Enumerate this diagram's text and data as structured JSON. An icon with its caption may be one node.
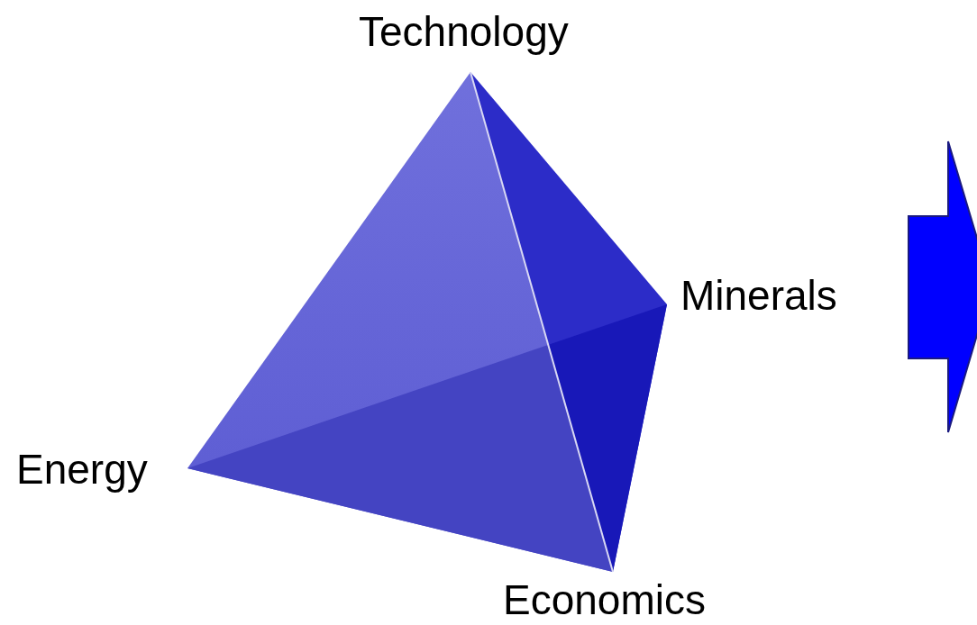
{
  "diagram": {
    "labels": [
      "Technology",
      "Minerals",
      "Energy",
      "Economics"
    ]
  }
}
